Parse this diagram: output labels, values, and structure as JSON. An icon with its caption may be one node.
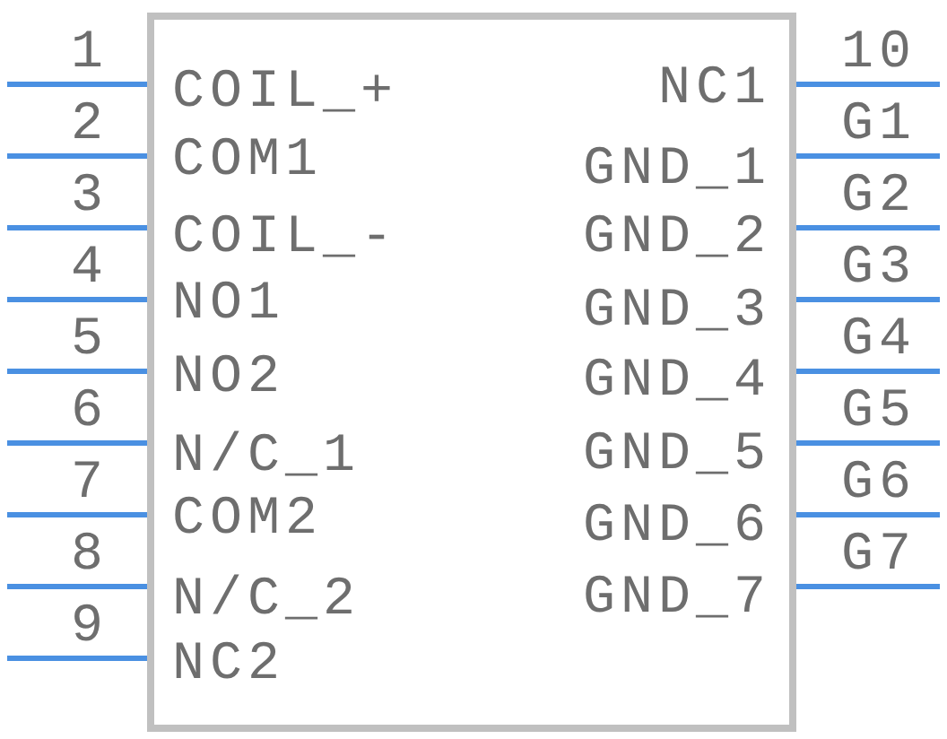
{
  "diagram": {
    "labels": [
      "1",
      "2",
      "3",
      "4",
      "5",
      "6",
      "7",
      "8",
      "9",
      "COIL_+",
      "COM1",
      "COIL_-",
      "NO1",
      "NO2",
      "N/C_1",
      "COM2",
      "N/C_2",
      "NC2",
      "NC1",
      "GND_1",
      "GND_2",
      "GND_3",
      "GND_4",
      "GND_5",
      "GND_6",
      "GND_7",
      "10",
      "G1",
      "G2",
      "G3",
      "G4",
      "G5",
      "G6",
      "G7"
    ]
  }
}
